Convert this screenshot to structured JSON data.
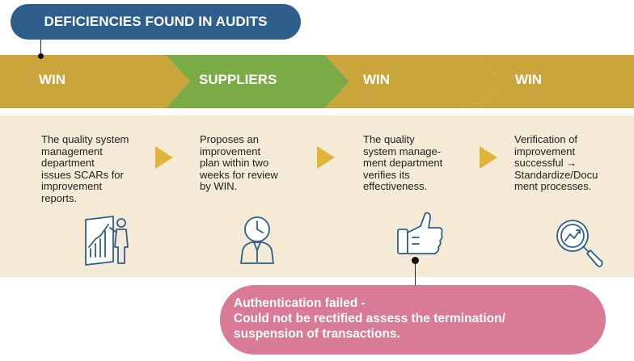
{
  "title": "DEFICIENCIES FOUND IN AUDITS",
  "stages": [
    {
      "label": "WIN",
      "color": "#c9a53b"
    },
    {
      "label": "SUPPLIERS",
      "color": "#7aab47"
    },
    {
      "label": "WIN",
      "color": "#c9a53b"
    },
    {
      "label": "WIN",
      "color": "#c9a53b"
    }
  ],
  "steps": [
    {
      "lines": [
        "The quality system",
        "management",
        "department",
        "issues SCARs for",
        "improvement",
        "reports."
      ],
      "icon": "presentation-chart-icon"
    },
    {
      "lines": [
        "Proposes an",
        "improvement",
        "plan within two",
        "weeks for review",
        "by WIN."
      ],
      "icon": "clock-person-icon"
    },
    {
      "lines": [
        "The quality",
        "system manage-",
        "ment department",
        "verifies its",
        "effectiveness."
      ],
      "icon": "thumbs-up-icon"
    },
    {
      "lines": [
        "Verification of",
        "improvement",
        "successful →",
        "Standardize/Docu",
        "ment processes."
      ],
      "icon": "magnifier-growth-icon"
    }
  ],
  "result": {
    "lines": [
      "Authentication failed -",
      "Could not be rectified assess the termination/",
      "suspension of transactions."
    ]
  },
  "colors": {
    "title_bg": "#2d5e8c",
    "band_bg": "#f4ead5",
    "arrow": "#e2b53a",
    "result_bg": "#d97a96",
    "icon_stroke": "#2d5e8c"
  }
}
